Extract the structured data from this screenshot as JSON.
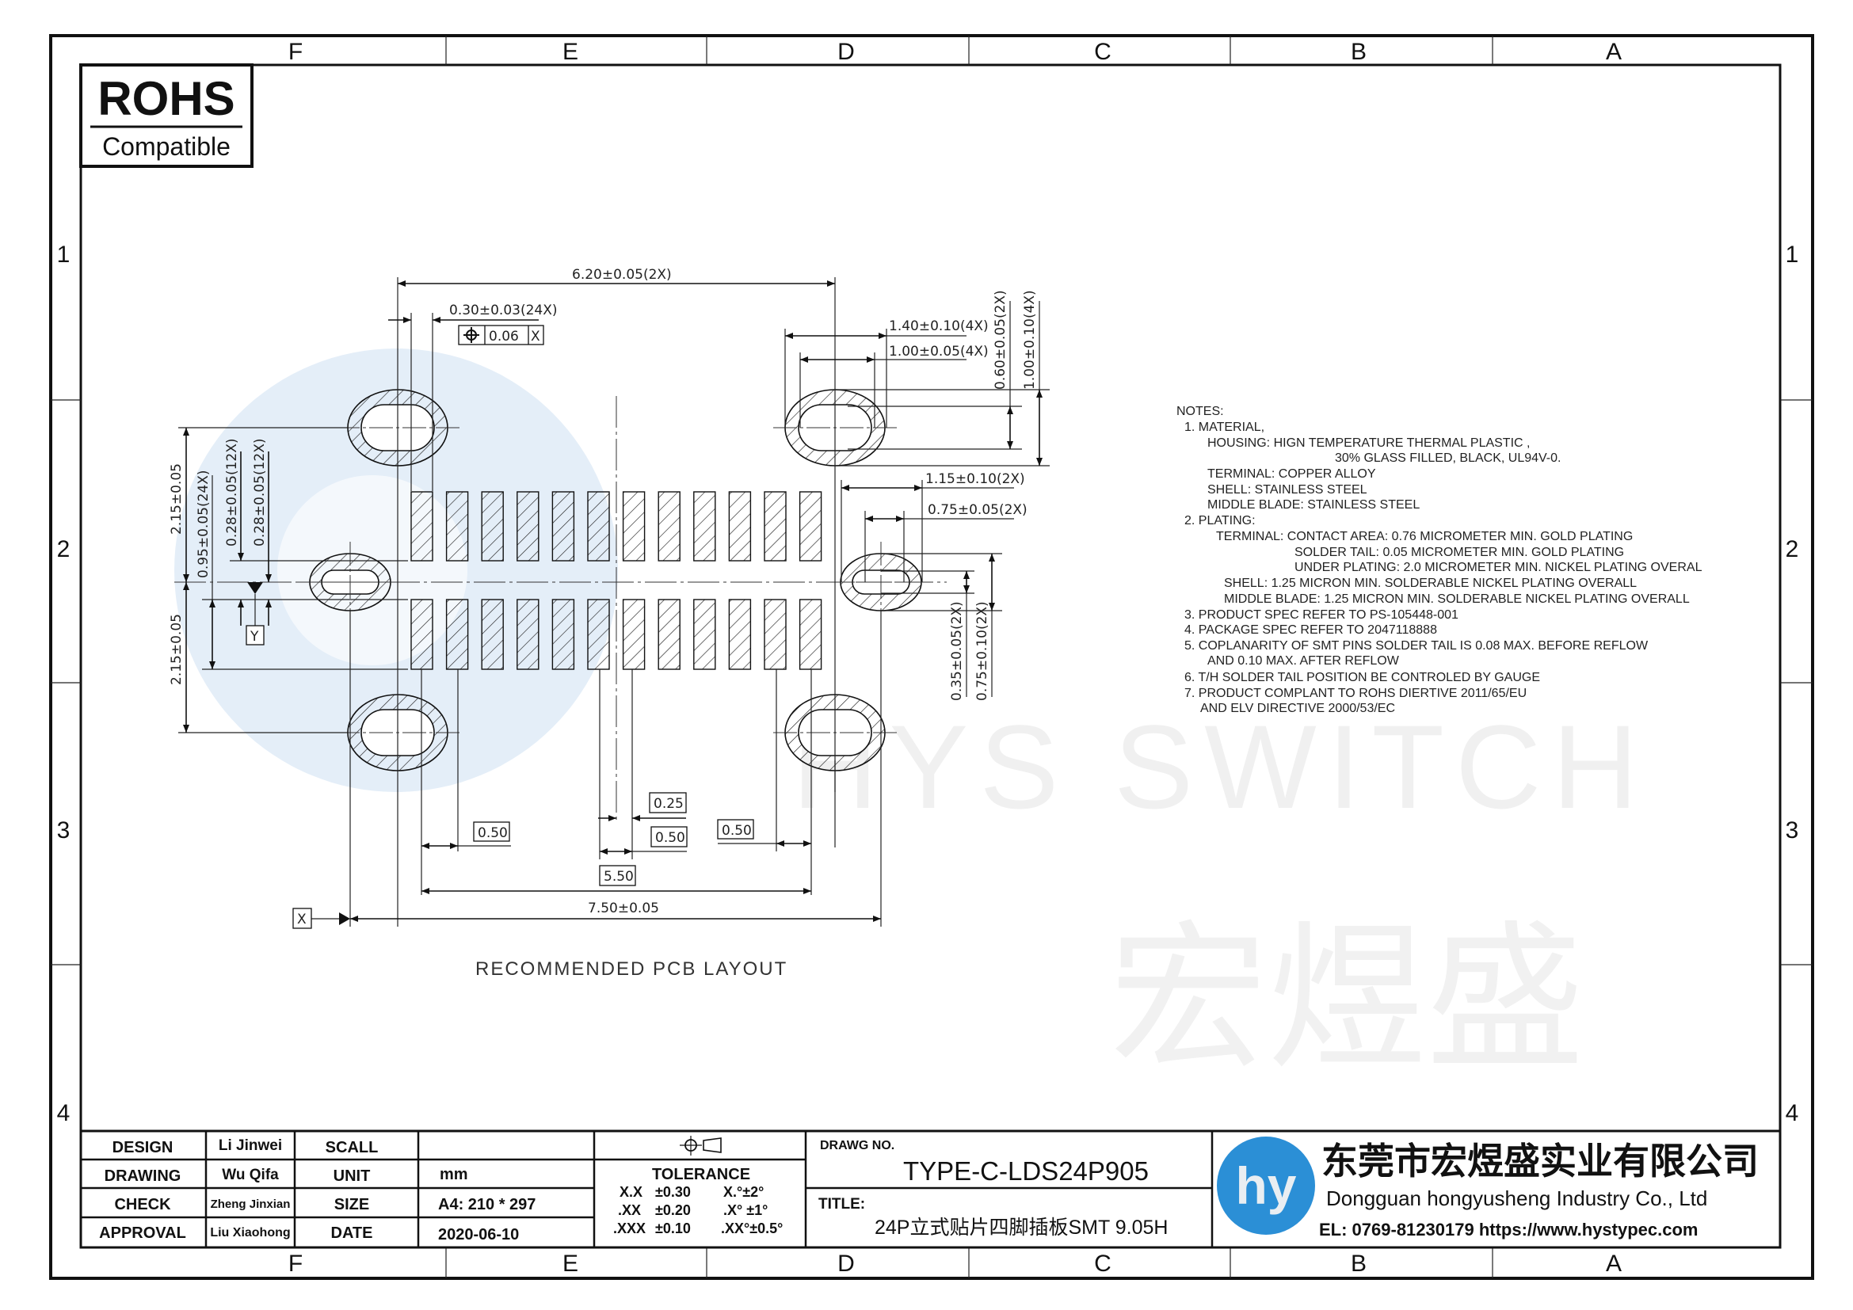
{
  "frame": {
    "col_labels": [
      "F",
      "E",
      "D",
      "C",
      "B",
      "A"
    ],
    "row_labels": [
      "1",
      "2",
      "3",
      "4"
    ]
  },
  "rohs": {
    "title": "ROHS",
    "subtitle": "Compatible"
  },
  "watermark": {
    "text": "HYS SWITCH",
    "cn": "宏煜盛"
  },
  "drawing": {
    "caption": "RECOMMENDED PCB LAYOUT",
    "pads_per_row": 12,
    "datum_x": "X",
    "datum_y": "Y",
    "position_tolerance": "0.06",
    "position_ref": "X",
    "dims": {
      "d620": "6.20±0.05(2X)",
      "d030": "0.30±0.03(24X)",
      "d140": "1.40±0.10(4X)",
      "d100w": "1.00±0.05(4X)",
      "d060": "0.60±0.05(2X)",
      "d100h": "1.00±0.10(4X)",
      "d115": "1.15±0.10(2X)",
      "d075w": "0.75±0.05(2X)",
      "d035": "0.35±0.05(2X)",
      "d075h": "0.75±0.10(2X)",
      "d215a": "2.15±0.05",
      "d215b": "2.15±0.05",
      "d095": "0.95±0.05(24X)",
      "d028a": "0.28±0.05(12X)",
      "d028b": "0.28±0.05(12X)",
      "b050l": "0.50",
      "b025": "0.25",
      "b050m": "0.50",
      "b050r": "0.50",
      "b550": "5.50",
      "d750": "7.50±0.05"
    }
  },
  "notes": {
    "header": "NOTES:",
    "lines": [
      "1. MATERIAL,",
      "HOUSING: HIGN TEMPERATURE THERMAL PLASTIC ,",
      "30% GLASS FILLED, BLACK, UL94V-0.",
      "TERMINAL: COPPER ALLOY",
      "SHELL: STAINLESS STEEL",
      "MIDDLE BLADE: STAINLESS STEEL",
      "2. PLATING:",
      "TERMINAL: CONTACT AREA: 0.76 MICROMETER MIN. GOLD PLATING",
      "SOLDER TAIL: 0.05 MICROMETER MIN. GOLD PLATING",
      "UNDER PLATING: 2.0 MICROMETER MIN. NICKEL PLATING OVERAL",
      "SHELL: 1.25 MICRON MIN. SOLDERABLE NICKEL PLATING OVERALL",
      "MIDDLE BLADE: 1.25 MICRON MIN. SOLDERABLE NICKEL PLATING OVERALL",
      "3. PRODUCT SPEC REFER TO PS-105448-001",
      "4. PACKAGE SPEC REFER TO 2047118888",
      "5. COPLANARITY OF SMT PINS SOLDER TAIL IS 0.08 MAX. BEFORE REFLOW",
      "AND 0.10 MAX. AFTER REFLOW",
      "6. T/H SOLDER TAIL POSITION BE CONTROLED BY GAUGE",
      "7. PRODUCT COMPLANT TO ROHS DIERTIVE 2011/65/EU",
      "AND ELV DIRECTIVE 2000/53/EC"
    ]
  },
  "title_block": {
    "roles": [
      "DESIGN",
      "DRAWING",
      "CHECK",
      "APPROVAL"
    ],
    "names": [
      "Li Jinwei",
      "Wu Qifa",
      "Zheng Jinxian",
      "Liu Xiaohong"
    ],
    "fields": [
      "SCALL",
      "UNIT",
      "SIZE",
      "DATE"
    ],
    "values": [
      "",
      "mm",
      "A4: 210 * 297",
      "2020-06-10"
    ],
    "tolerance": {
      "label": "TOLERANCE",
      "rows": [
        [
          "X.X",
          "±0.30",
          "X.°±2°"
        ],
        [
          ".XX",
          "±0.20",
          ".X° ±1°"
        ],
        [
          ".XXX",
          "±0.10",
          ".XX°±0.5°"
        ]
      ]
    },
    "drawing_no_label": "DRAWG NO.",
    "drawing_no": "TYPE-C-LDS24P905",
    "title_label": "TITLE:",
    "title": "24P立式贴片四脚插板SMT 9.05H",
    "company_cn": "东莞市宏煜盛实业有限公司",
    "company_en": "Dongguan hongyusheng Industry Co., Ltd",
    "contact": "EL: 0769-81230179   https://www.hystypec.com",
    "logo_text": "hy",
    "logo_color": "#2b8fd6"
  }
}
